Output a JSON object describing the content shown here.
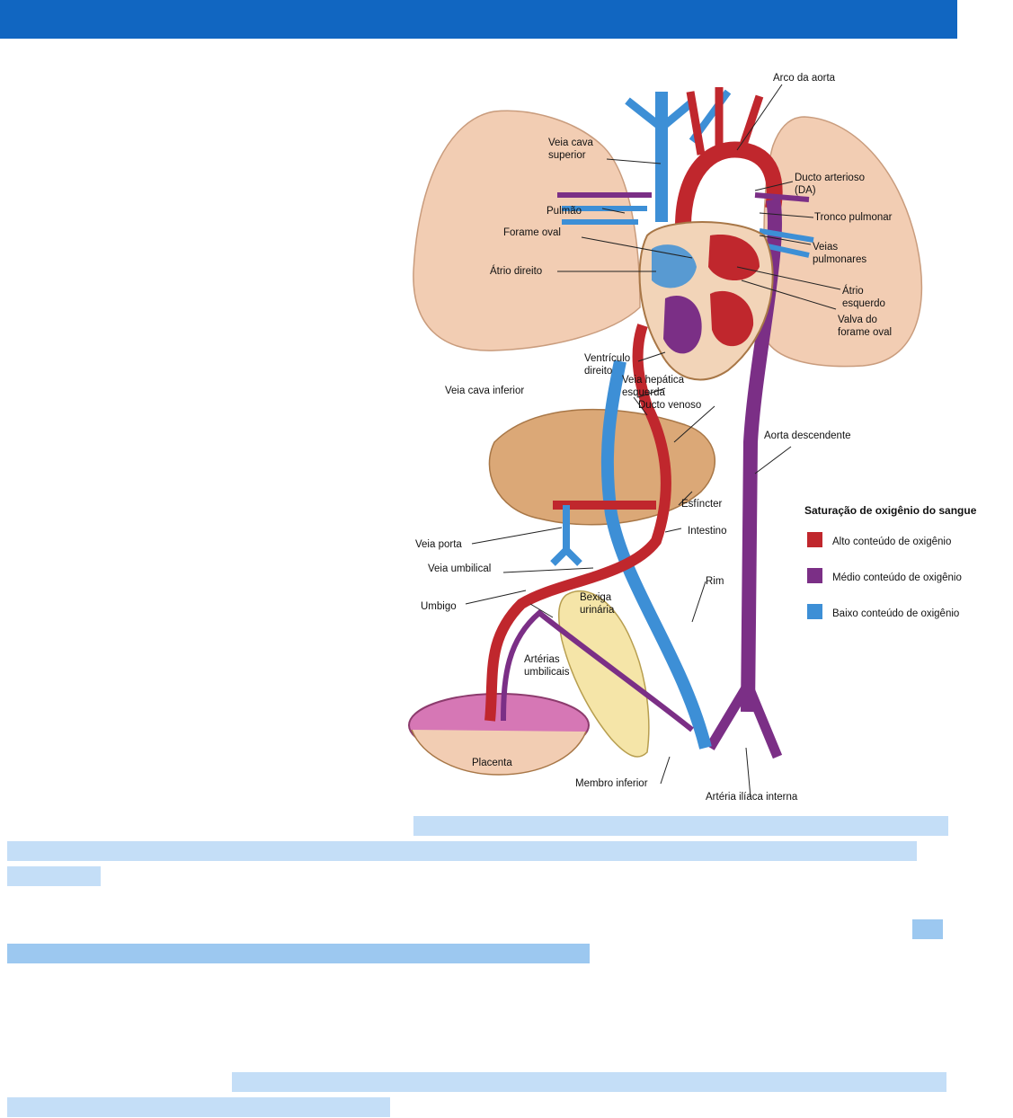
{
  "colors": {
    "header": "#1166c1",
    "high_oxygen": "#c0272d",
    "medium_oxygen": "#7b2f86",
    "low_oxygen": "#3d8fd6",
    "lung": "#f2cdb3",
    "liver": "#dba877",
    "highlight": "#c4def7",
    "highlight_dark": "#9cc8f0"
  },
  "figure": {
    "labels": {
      "arco_aorta": "Arco da aorta",
      "veia_cava_superior_1": "Veia cava",
      "veia_cava_superior_2": "superior",
      "ducto_arterioso_1": "Ducto arterioso",
      "ducto_arterioso_2": "(DA)",
      "pulmao": "Pulmão",
      "tronco_pulmonar": "Tronco pulmonar",
      "forame_oval": "Forame oval",
      "veias_pulmonares_1": "Veias",
      "veias_pulmonares_2": "pulmonares",
      "atrio_direito": "Átrio direito",
      "atrio_esquerdo_1": "Átrio",
      "atrio_esquerdo_2": "esquerdo",
      "valva_1": "Valva do",
      "valva_2": "forame oval",
      "ventriculo_1": "Ventrículo",
      "ventriculo_2": "direito",
      "veia_hepatica_1": "Veia hepática",
      "veia_hepatica_2": "esquerda",
      "veia_cava_inferior": "Veia cava inferior",
      "ducto_venoso": "Ducto venoso",
      "aorta_descendente": "Aorta descendente",
      "esfincter": "Esfíncter",
      "intestino": "Intestino",
      "veia_porta": "Veia porta",
      "veia_umbilical": "Veia umbilical",
      "rim": "Rim",
      "umbigo": "Umbigo",
      "bexiga_1": "Bexiga",
      "bexiga_2": "urinária",
      "arterias_1": "Artérias",
      "arterias_2": "umbilicais",
      "placenta": "Placenta",
      "membro_inferior": "Membro inferior",
      "arteria_iliaca": "Artéria ilíaca interna"
    },
    "legend": {
      "title": "Saturação de oxigênio do sangue",
      "items": [
        {
          "label": "Alto conteúdo de oxigênio",
          "color": "#c0272d"
        },
        {
          "label": "Médio conteúdo de oxigênio",
          "color": "#7b2f86"
        },
        {
          "label": "Baixo conteúdo de oxigênio",
          "color": "#3d8fd6"
        }
      ]
    }
  }
}
